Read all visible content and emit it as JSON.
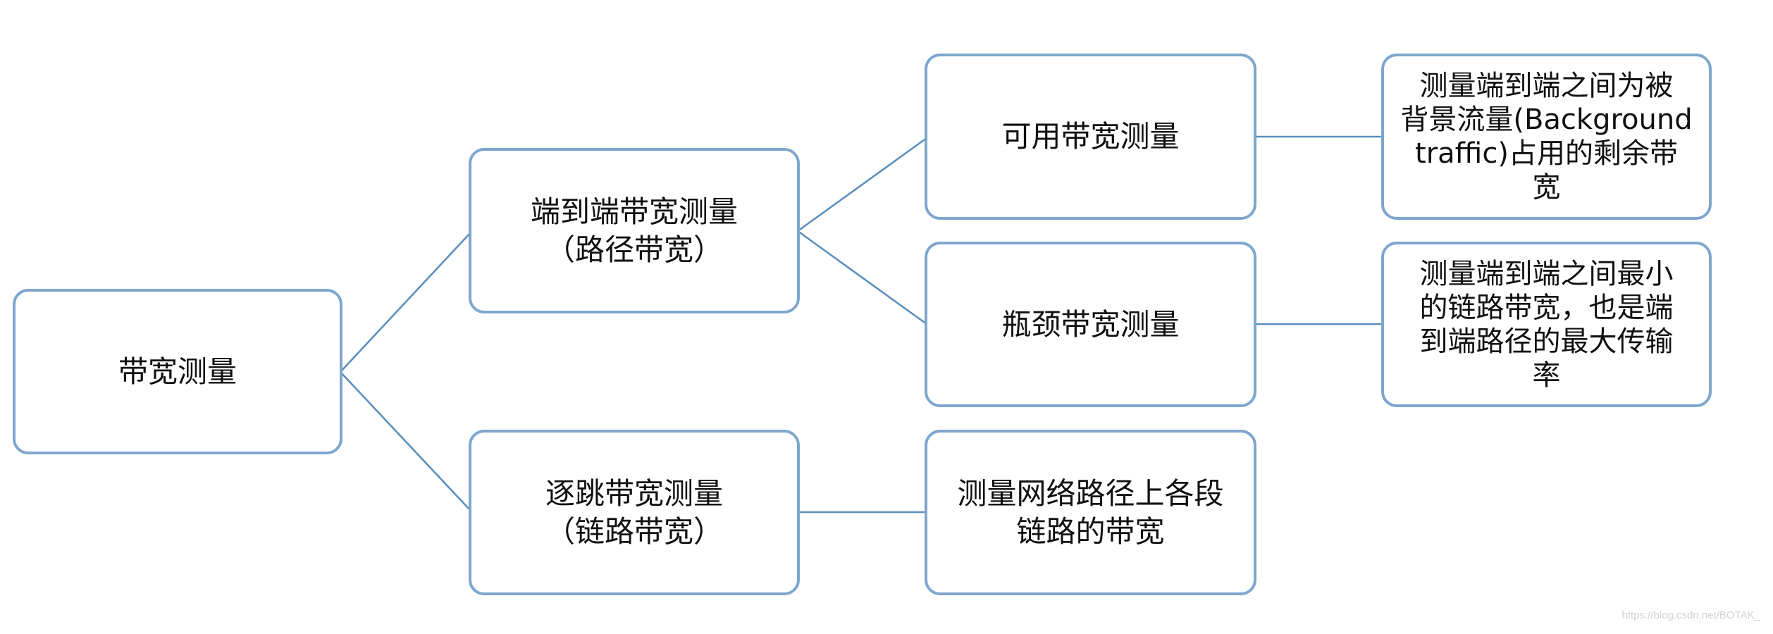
{
  "diagram": {
    "root": {
      "label": "带宽测量"
    },
    "branch_end_to_end": {
      "label": "端到端带宽测量\n（路径带宽）"
    },
    "branch_hop_by_hop": {
      "label": "逐跳带宽测量\n（链路带宽）"
    },
    "leaf_available": {
      "label": "可用带宽测量"
    },
    "leaf_bottleneck": {
      "label": "瓶颈带宽测量"
    },
    "desc_available": {
      "label": "测量端到端之间为被\n背景流量(Background\ntraffic)占用的剩余带\n宽"
    },
    "desc_bottleneck": {
      "label": "测量端到端之间最小\n的链路带宽，也是端\n到端路径的最大传输\n率"
    },
    "desc_hop": {
      "label": "测量网络路径上各段\n链路的带宽"
    }
  },
  "colors": {
    "border": "#7ea6ce",
    "connector": "#5b8fbd",
    "text": "#111111"
  },
  "watermark": "https://blog.csdn.net/BOTAK_"
}
